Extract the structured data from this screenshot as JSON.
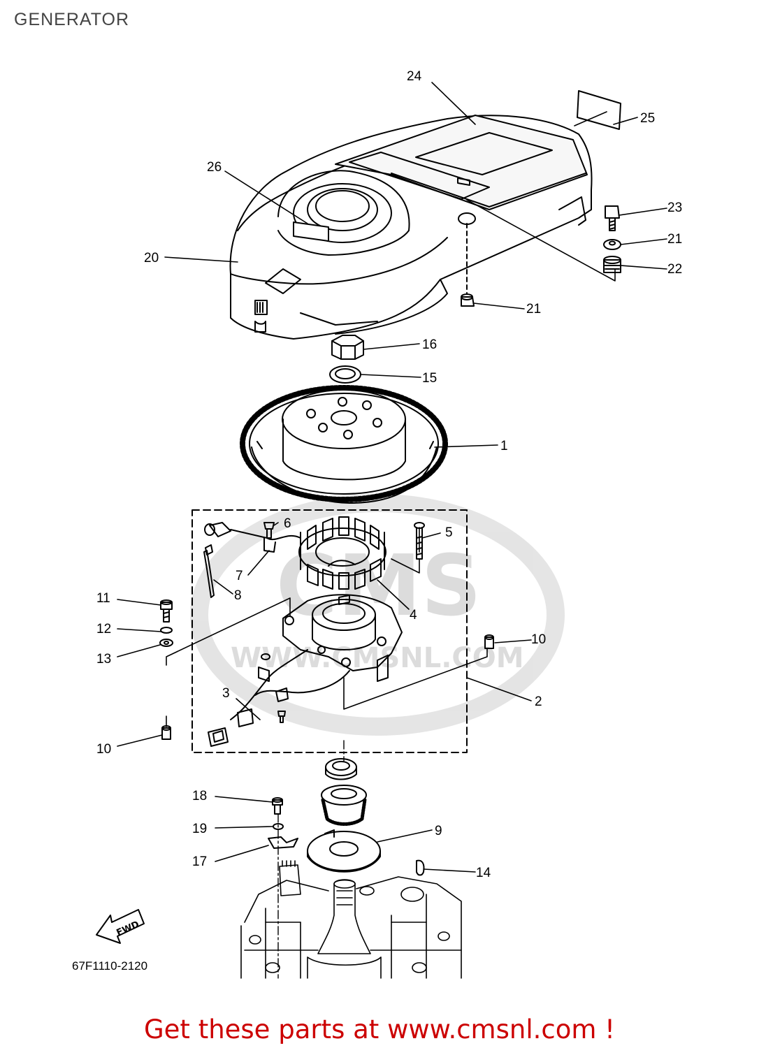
{
  "title": "GENERATOR",
  "drawing_code": "67F1110-2120",
  "fwd_label": "FWD",
  "watermark_text": "CMS",
  "watermark_url": "WWW.CMSNL.COM",
  "footer_text": "Get these parts at www.cmsnl.com !",
  "colors": {
    "footer": "#cc0000",
    "line": "#000000",
    "watermark": "#d9d9d9"
  },
  "callouts": [
    {
      "id": "24",
      "label": "24"
    },
    {
      "id": "25",
      "label": "25"
    },
    {
      "id": "26",
      "label": "26"
    },
    {
      "id": "23",
      "label": "23"
    },
    {
      "id": "21a",
      "label": "21"
    },
    {
      "id": "22",
      "label": "22"
    },
    {
      "id": "20",
      "label": "20"
    },
    {
      "id": "21b",
      "label": "21"
    },
    {
      "id": "16",
      "label": "16"
    },
    {
      "id": "15",
      "label": "15"
    },
    {
      "id": "1",
      "label": "1"
    },
    {
      "id": "6",
      "label": "6"
    },
    {
      "id": "5",
      "label": "5"
    },
    {
      "id": "7",
      "label": "7"
    },
    {
      "id": "8",
      "label": "8"
    },
    {
      "id": "4",
      "label": "4"
    },
    {
      "id": "11",
      "label": "11"
    },
    {
      "id": "12",
      "label": "12"
    },
    {
      "id": "13",
      "label": "13"
    },
    {
      "id": "10a",
      "label": "10"
    },
    {
      "id": "3",
      "label": "3"
    },
    {
      "id": "2",
      "label": "2"
    },
    {
      "id": "10b",
      "label": "10"
    },
    {
      "id": "18",
      "label": "18"
    },
    {
      "id": "9",
      "label": "9"
    },
    {
      "id": "19",
      "label": "19"
    },
    {
      "id": "17",
      "label": "17"
    },
    {
      "id": "14",
      "label": "14"
    }
  ]
}
